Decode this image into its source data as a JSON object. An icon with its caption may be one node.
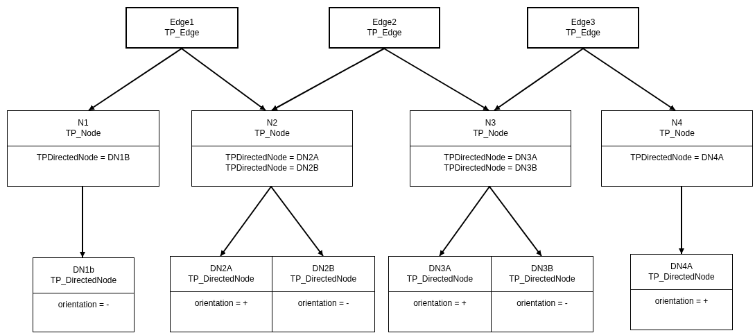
{
  "diagram": {
    "nodes": [
      {
        "text": [
          "Edge1",
          "TP_Edge"
        ]
      },
      {
        "text": [
          "Edge2",
          "TP_Edge"
        ]
      },
      {
        "text": [
          "Edge3",
          "TP_Edge"
        ]
      },
      {
        "text": [
          "N1",
          "TP_Node",
          "TPDirectedNode = DN1B"
        ]
      },
      {
        "text": [
          "N2",
          "TP_Node",
          "TPDirectedNode = DN2A",
          "TPDirectedNode = DN2B"
        ]
      },
      {
        "text": [
          "N3",
          "TP_Node",
          "TPDirectedNode = DN3A",
          "TPDirectedNode = DN3B"
        ]
      },
      {
        "text": [
          "N4",
          "TP_Node",
          "TPDirectedNode = DN4A"
        ]
      },
      {
        "text": [
          "DN1b",
          "TP_DirectedNode",
          "orientation = -"
        ]
      },
      {
        "text": [
          "DN2A",
          "TP_DirectedNode",
          "orientation = +"
        ]
      },
      {
        "text": [
          "DN2B",
          "TP_DirectedNode",
          "orientation = -"
        ]
      },
      {
        "text": [
          "DN3A",
          "TP_DirectedNode",
          "orientation = +"
        ]
      },
      {
        "text": [
          "DN3B",
          "TP_DirectedNode",
          "orientation = -"
        ]
      },
      {
        "text": [
          "DN4A",
          "TP_DirectedNode",
          "orientation = +"
        ]
      }
    ],
    "edges": [
      {
        "from": 0,
        "to": 3,
        "arrow": "to"
      },
      {
        "from": 0,
        "to": 4,
        "arrow": "to"
      },
      {
        "from": 1,
        "to": 4,
        "arrow": "to"
      },
      {
        "from": 1,
        "to": 5,
        "arrow": "to"
      },
      {
        "from": 2,
        "to": 5,
        "arrow": "to"
      },
      {
        "from": 2,
        "to": 6,
        "arrow": "to"
      },
      {
        "from": 3,
        "to": 7,
        "arrow": "to"
      },
      {
        "from": 4,
        "to": 8,
        "arrow": "to"
      },
      {
        "from": 4,
        "to": 9,
        "arrow": "to"
      },
      {
        "from": 5,
        "to": 10,
        "arrow": "to"
      },
      {
        "from": 5,
        "to": 11,
        "arrow": "to"
      },
      {
        "from": 6,
        "to": 12,
        "arrow": "to"
      }
    ]
  }
}
